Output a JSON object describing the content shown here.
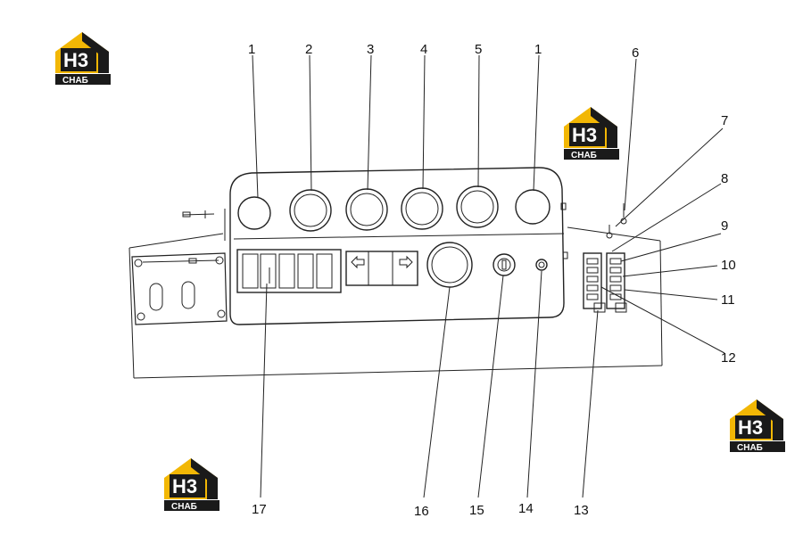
{
  "diagram": {
    "callouts": [
      {
        "id": "c1a",
        "label": "1"
      },
      {
        "id": "c2",
        "label": "2"
      },
      {
        "id": "c3",
        "label": "3"
      },
      {
        "id": "c4",
        "label": "4"
      },
      {
        "id": "c5",
        "label": "5"
      },
      {
        "id": "c1b",
        "label": "1"
      },
      {
        "id": "c6",
        "label": "6"
      },
      {
        "id": "c7",
        "label": "7"
      },
      {
        "id": "c8",
        "label": "8"
      },
      {
        "id": "c9",
        "label": "9"
      },
      {
        "id": "c10",
        "label": "10"
      },
      {
        "id": "c11",
        "label": "11"
      },
      {
        "id": "c12",
        "label": "12"
      },
      {
        "id": "c13",
        "label": "13"
      },
      {
        "id": "c14",
        "label": "14"
      },
      {
        "id": "c15",
        "label": "15"
      },
      {
        "id": "c16",
        "label": "16"
      },
      {
        "id": "c17",
        "label": "17"
      }
    ]
  },
  "watermark": {
    "mark": "H3",
    "brand": "СНАБ",
    "colors": {
      "accent": "#f2b705",
      "dark": "#1a1a1a",
      "light": "#ffffff"
    }
  }
}
